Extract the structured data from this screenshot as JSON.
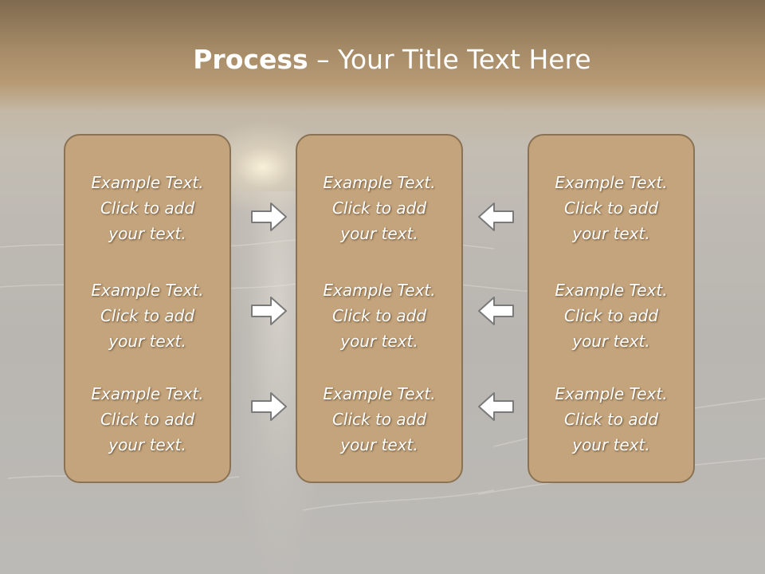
{
  "slide": {
    "title_bold": "Process",
    "title_rest": " – Your Title Text Here"
  },
  "columns": [
    {
      "items": [
        "Example Text.\nClick  to add\nyour text.",
        "Example Text.\nClick  to add\nyour text.",
        "Example Text.\nClick  to add\nyour text."
      ]
    },
    {
      "items": [
        "Example Text.\nClick  to add\nyour text.",
        "Example Text.\nClick  to add\nyour text.",
        "Example Text.\nClick  to add\nyour text."
      ]
    },
    {
      "items": [
        "Example Text.\nClick  to add\nyour text.",
        "Example Text.\nClick  to add\nyour text.",
        "Example Text.\nClick  to add\nyour text."
      ]
    }
  ],
  "arrows": {
    "left_group": "arrow-right-icon",
    "right_group": "arrow-left-icon"
  },
  "colors": {
    "panel_fill": "#c4a47c",
    "panel_border": "#8a7254",
    "arrow_fill": "#ffffff",
    "arrow_stroke": "#7a7a7a",
    "text": "#ffffff"
  }
}
